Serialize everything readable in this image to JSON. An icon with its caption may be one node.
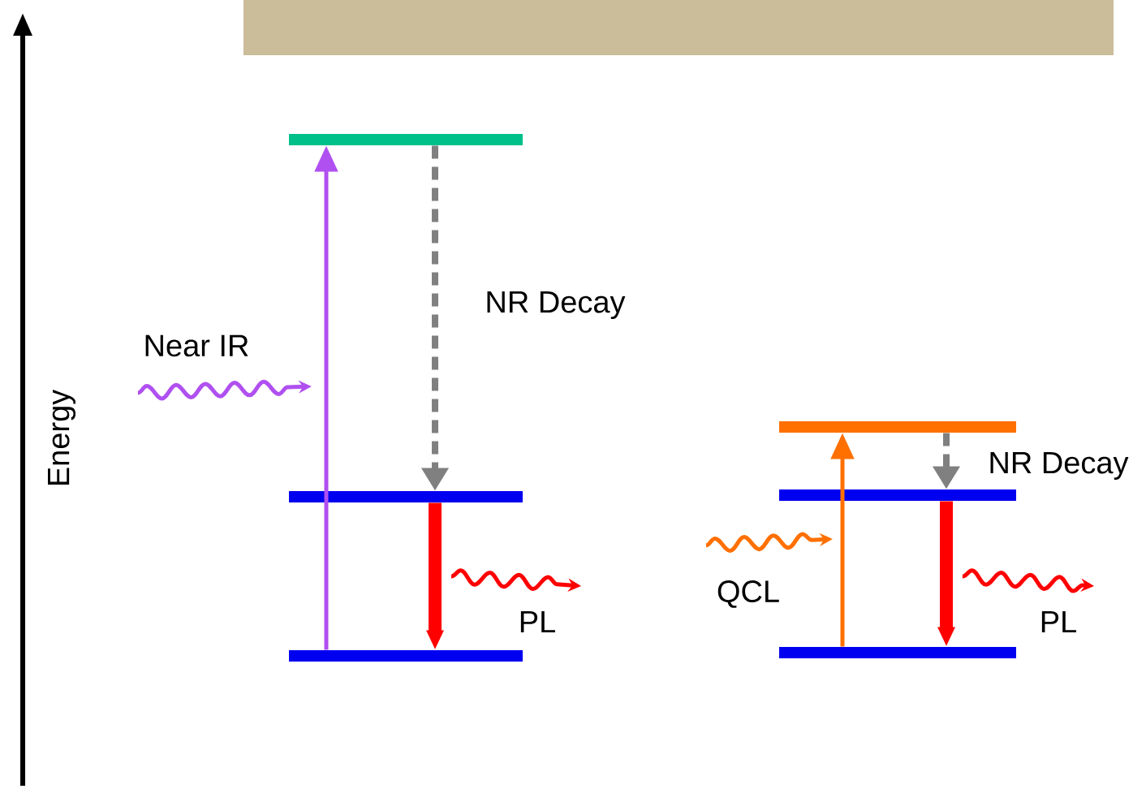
{
  "diagram": {
    "nodes": [
      {
        "text": [],
        "shape": "bar"
      },
      {
        "text": [],
        "shape": "bar"
      },
      {
        "text": [],
        "shape": "bar"
      },
      {
        "text": [],
        "shape": "bar"
      },
      {
        "text": [],
        "shape": "bar"
      },
      {
        "text": [],
        "shape": "bar"
      }
    ],
    "edges": [
      {
        "from": 2,
        "to": 0,
        "arrow": "to",
        "color": "#b050f0"
      },
      {
        "from": 0,
        "to": 1,
        "arrow": "to",
        "label": "NR Decay",
        "style": "dashed",
        "color": "#808080"
      },
      {
        "from": 1,
        "to": 2,
        "arrow": "to",
        "style": "thick",
        "color": "#ff0000"
      },
      {
        "from": 5,
        "to": 3,
        "arrow": "to",
        "color": "#ff7000"
      },
      {
        "from": 3,
        "to": 4,
        "arrow": "to",
        "label": "NR Decay",
        "style": "dashed",
        "color": "#808080"
      },
      {
        "from": 4,
        "to": 5,
        "arrow": "to",
        "style": "thick",
        "color": "#ff0000"
      }
    ],
    "labels": [
      "Energy",
      "Near IR",
      "PL",
      "QCL",
      "PL"
    ]
  }
}
